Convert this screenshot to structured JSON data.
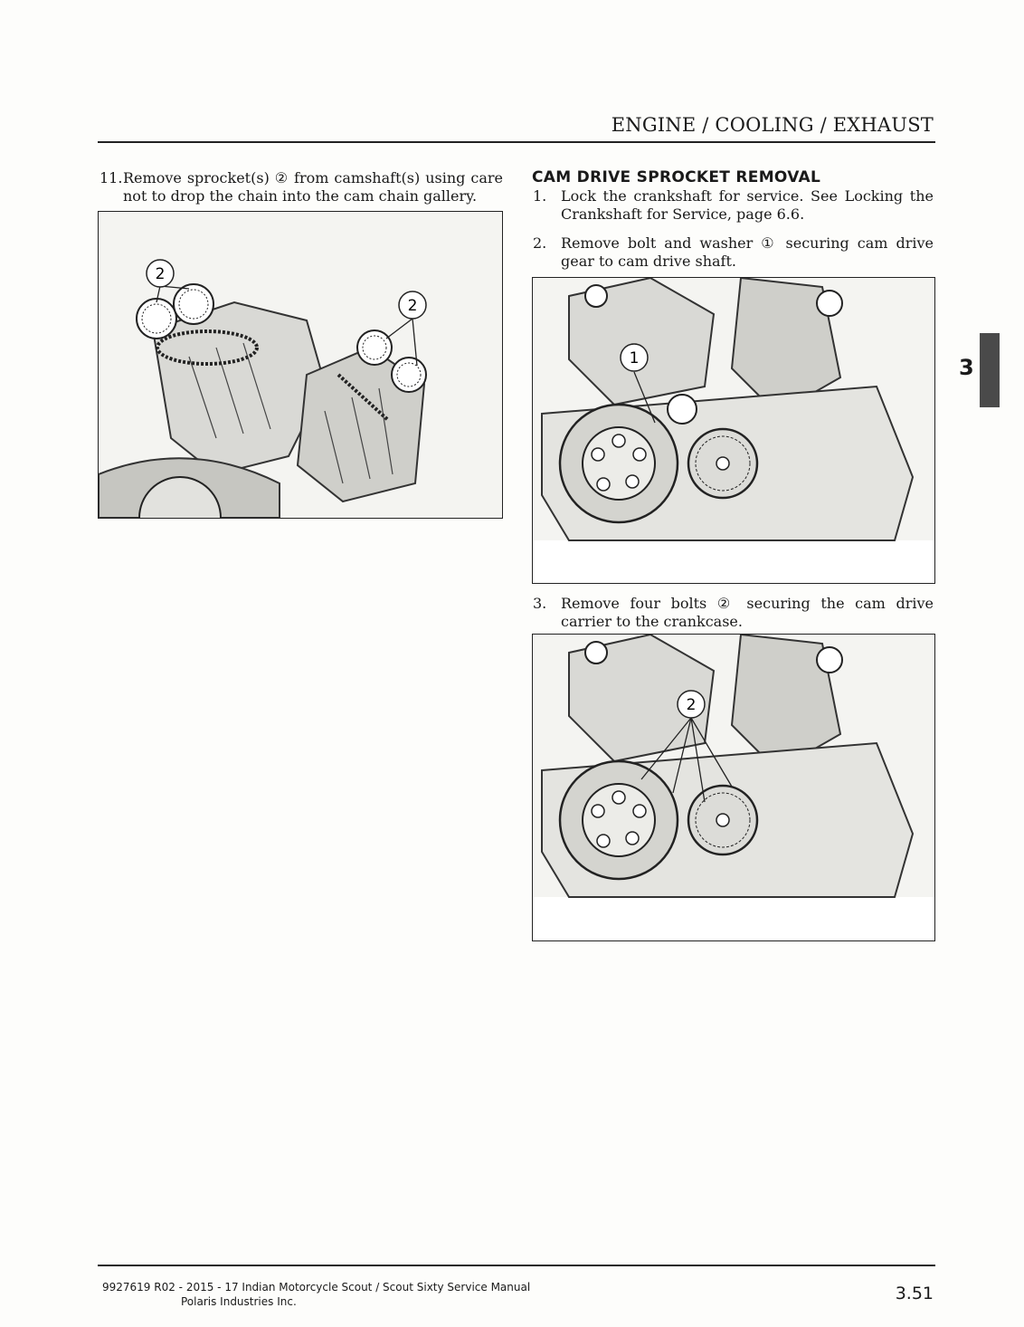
{
  "header": {
    "title": "ENGINE / COOLING / EXHAUST"
  },
  "left_column": {
    "step": {
      "number": "11.",
      "text": "Remove sprocket(s) ② from camshaft(s) using care not to drop the chain into the cam chain gallery."
    },
    "figure": {
      "callout": "2",
      "callout_right": "2"
    }
  },
  "right_column": {
    "heading": "CAM DRIVE SPROCKET REMOVAL",
    "steps": [
      {
        "number": "1.",
        "text": "Lock the crankshaft for service. See Locking the Crankshaft for Service, page 6.6."
      },
      {
        "number": "2.",
        "text": "Remove bolt and washer ① securing cam drive gear to cam drive shaft."
      },
      {
        "number": "3.",
        "text": "Remove four bolts ② securing the cam drive carrier to the crankcase."
      }
    ],
    "figure1": {
      "callout": "1"
    },
    "figure2": {
      "callout": "2"
    }
  },
  "chapter_tab": {
    "number": "3"
  },
  "footer": {
    "line1": "9927619 R02 - 2015 - 17 Indian Motorcycle Scout / Scout Sixty Service Manual",
    "line2": "Polaris Industries Inc.",
    "page_number": "3.51"
  }
}
